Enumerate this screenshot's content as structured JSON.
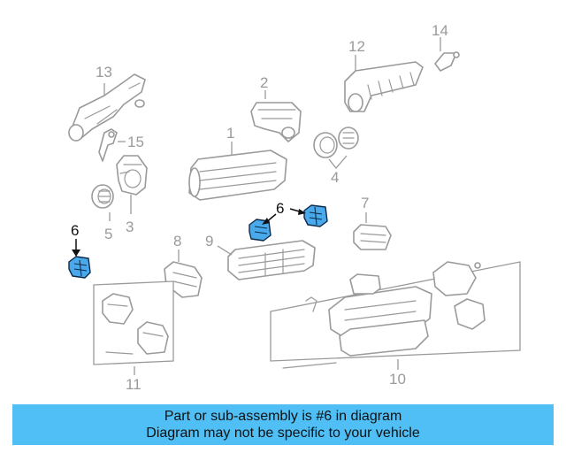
{
  "callouts": {
    "c1": "1",
    "c2": "2",
    "c3": "3",
    "c4": "4",
    "c5": "5",
    "c6a": "6",
    "c6b": "6",
    "c7": "7",
    "c8": "8",
    "c9": "9",
    "c10": "10",
    "c11": "11",
    "c12": "12",
    "c13": "13",
    "c14": "14",
    "c15": "15"
  },
  "highlight_part": "6",
  "colors": {
    "highlight": "#4aa9ea",
    "banner": "#4fbff5",
    "line_art": "#9a9a9a"
  },
  "banner": {
    "line1": "Part or sub-assembly is #6 in diagram",
    "line2": "Diagram may not be specific to your vehicle"
  }
}
